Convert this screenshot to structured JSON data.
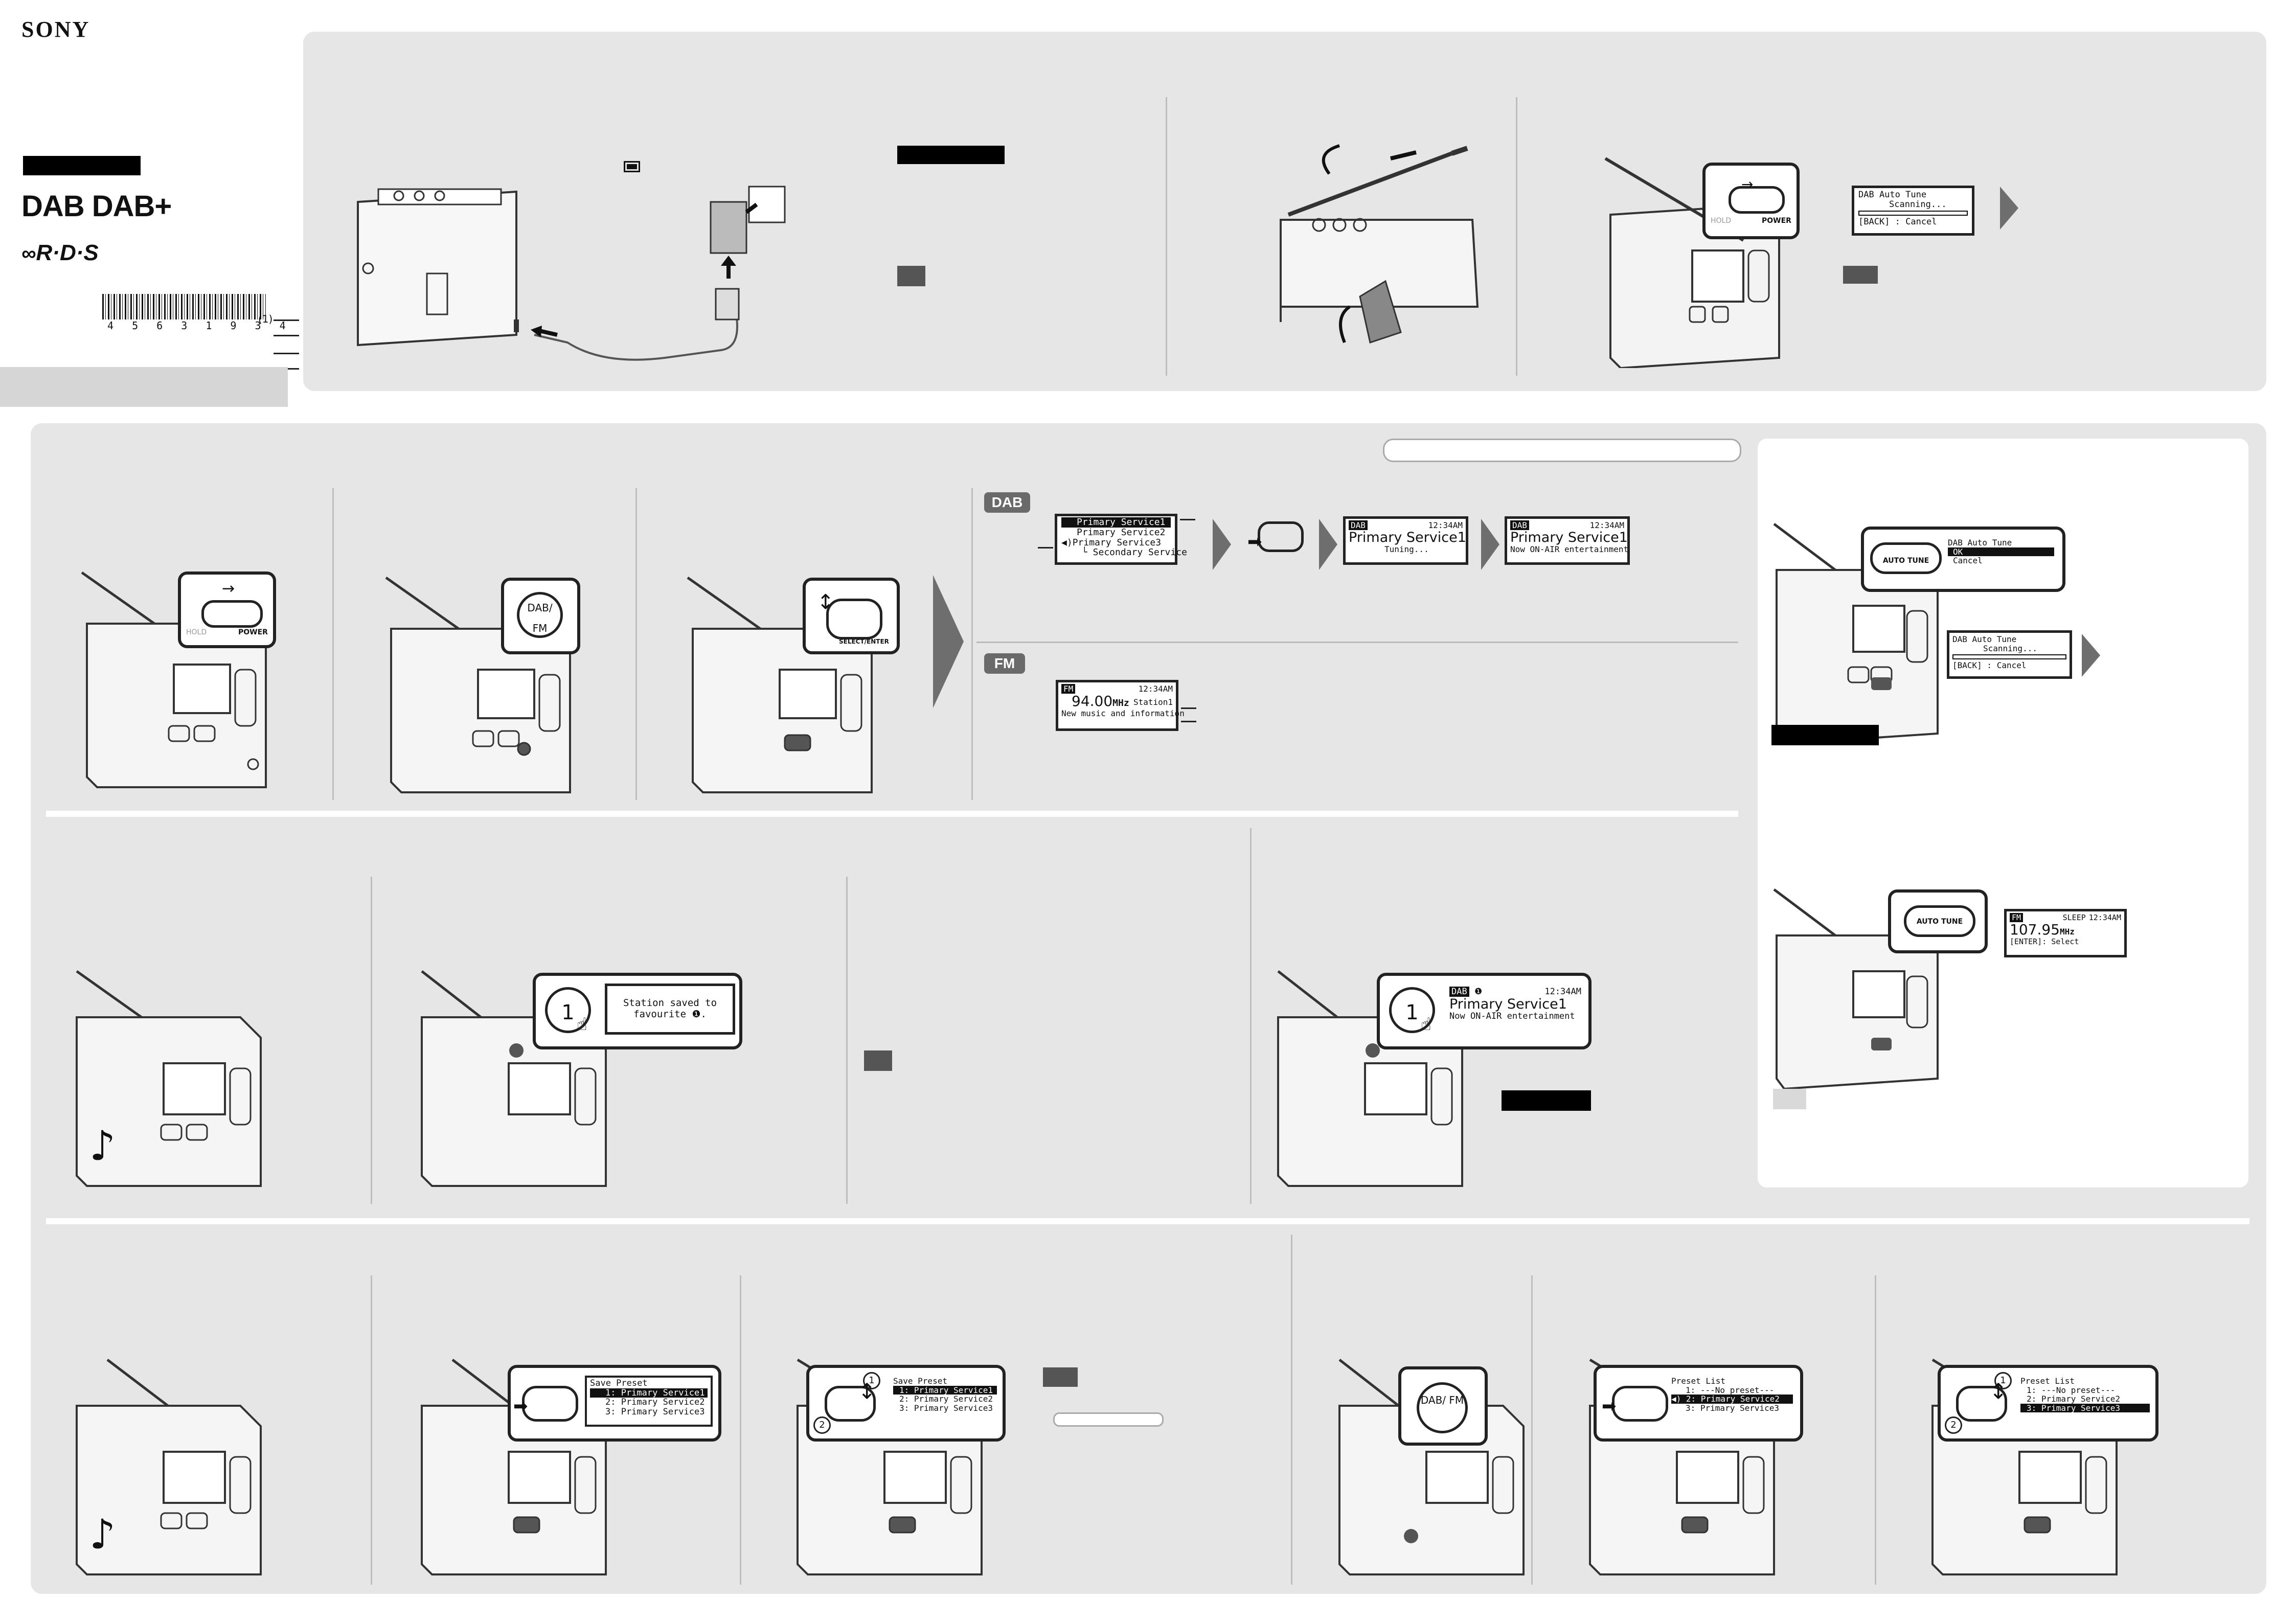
{
  "brand": {
    "name": "SONY"
  },
  "logos": {
    "dab": "DAB DAB+",
    "rds": "R·D·S"
  },
  "barcode": {
    "digits": "4 5 6 3 1 9 3 4 2",
    "suffix": "(1)"
  },
  "setup": {
    "key_labels": {
      "hold": "HOLD",
      "power": "POWER"
    },
    "scan_display": {
      "line1": "DAB Auto Tune",
      "line2": "Scanning...",
      "line3": "[BACK] : Cancel"
    }
  },
  "listen": {
    "button_dab_fm": "DAB/ FM",
    "select_enter": "SELECT/ENTER",
    "dab_tag": "DAB",
    "fm_tag": "FM",
    "service_list": [
      "Primary Service1",
      "Primary Service2",
      "Primary Service3",
      "└ Secondary Service"
    ],
    "tuning_display": {
      "badge": "DAB",
      "time": "12:34AM",
      "title": "Primary Service1",
      "sub": "Tuning..."
    },
    "playing_display": {
      "badge": "DAB",
      "time": "12:34AM",
      "title": "Primary Service1",
      "sub": "Now ON-AIR entertainment"
    },
    "fm_display": {
      "badge": "FM",
      "time": "12:34AM",
      "freq": "94.00",
      "unit": "MHz",
      "station": "Station1",
      "sub": "New music and information"
    }
  },
  "auto_tune": {
    "button": "AUTO TUNE",
    "menu": {
      "title": "DAB Auto Tune",
      "ok": "OK",
      "cancel": "Cancel"
    },
    "scan": {
      "title": "DAB Auto Tune",
      "line2": "Scanning...",
      "line3": "[BACK] : Cancel"
    },
    "fm_display": {
      "badge": "FM",
      "sleep": "SLEEP",
      "time": "12:34AM",
      "freq": "107.95",
      "unit": "MHz",
      "line2": "[ENTER]: Select"
    }
  },
  "favourite": {
    "key": "1",
    "saved_message": "Station saved to favourite ❶.",
    "recall_display": {
      "badge": "DAB",
      "time": "12:34AM",
      "title": "Primary Service1",
      "sub": "Now ON-AIR entertainment"
    }
  },
  "presets": {
    "save_title": "Save Preset",
    "save_items": [
      "1: Primary Service1",
      "2: Primary Service2",
      "3: Primary Service3"
    ],
    "list_title": "Preset List",
    "list_items": [
      "1: ---No preset---",
      "2: Primary Service2",
      "3: Primary Service3"
    ],
    "step1": "1",
    "step2": "2"
  },
  "misc": {
    "music_note": "♪"
  }
}
